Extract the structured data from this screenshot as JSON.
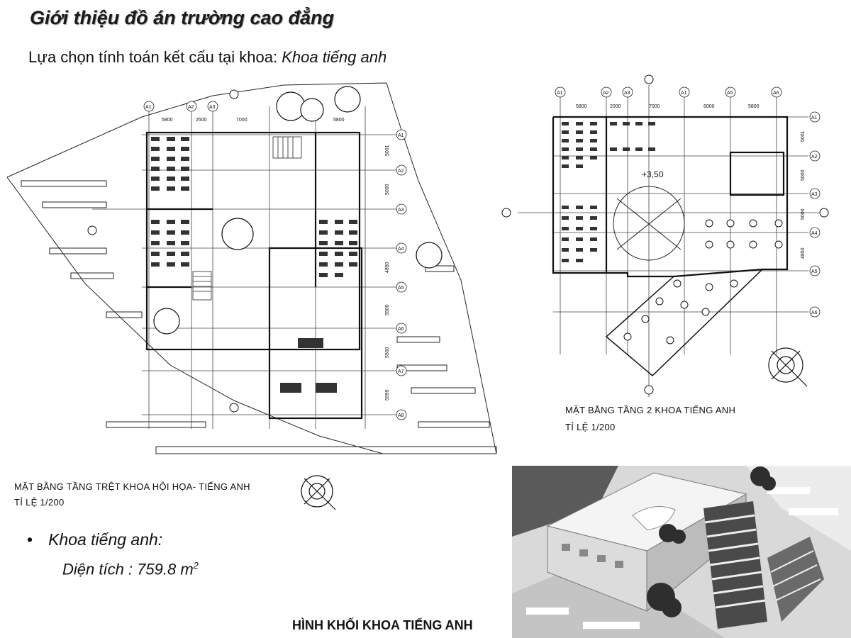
{
  "slide": {
    "title": "Giới thiệu đồ án trường cao đẳng",
    "subtitle_prefix": "Lựa chọn tính toán kết cấu tại khoa:",
    "subtitle_emphasis": "Khoa tiếng anh"
  },
  "plan_ground": {
    "caption_line1": "MẶT BẰNG TẦNG TRỆT KHOA HỘI HỌA- TIẾNG ANH",
    "caption_line2": "TỈ LỆ 1/200",
    "grid_top": [
      "A1",
      "A2",
      "A3"
    ],
    "grid_right": [
      "A1",
      "A2",
      "A3",
      "A4",
      "A5",
      "A6",
      "A7",
      "A8"
    ],
    "dims_top": [
      "5800",
      "2500",
      "7000",
      "5800"
    ],
    "dims_right": [
      "5001",
      "5000",
      "4850",
      "5500",
      "5500",
      "5999"
    ]
  },
  "plan_second": {
    "caption_line1": "MẶT BẰNG TẦNG 2 KHOA TIẾNG ANH",
    "caption_line2": "TỈ LỆ 1/200",
    "level": "+3,50",
    "grid_top": [
      "A1",
      "A2",
      "A3",
      "A1",
      "A5",
      "A6"
    ],
    "dims_top": [
      "5800",
      "2000",
      "7000",
      "6000",
      "5800"
    ],
    "grid_right": [
      "A1",
      "A2",
      "A3",
      "A4",
      "A5",
      "A6"
    ],
    "dims_right": [
      "5001",
      "5000",
      "5000",
      "4850"
    ]
  },
  "info": {
    "bullet_label": "Khoa tiếng anh:",
    "area_label": "Diện tích : 759.8 m",
    "area_sup": "2"
  },
  "massing": {
    "caption": "HÌNH KHỐI KHOA TIẾNG ANH"
  }
}
